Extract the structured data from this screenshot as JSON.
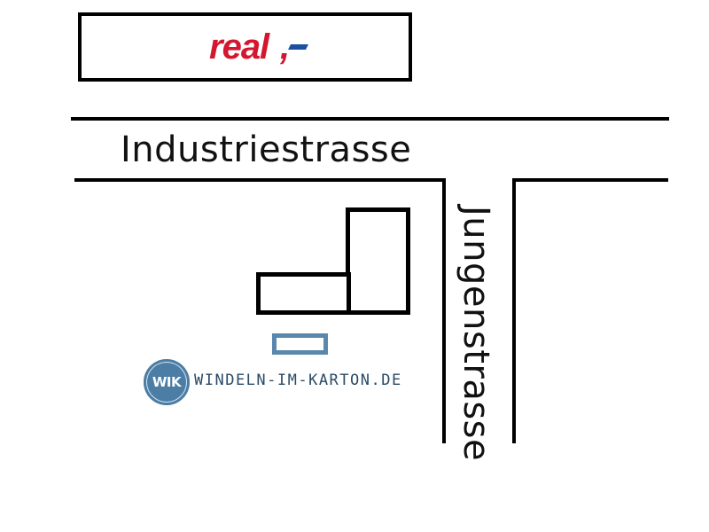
{
  "map": {
    "supermarket_label": "real,-",
    "supermarket_brand_colors": {
      "primary": "#d3172e",
      "accent": "#1d4fa0"
    },
    "streets": {
      "horizontal": "Industriestrasse",
      "vertical": "Jungenstrasse"
    },
    "store": {
      "badge_text": "WIK",
      "wordmark": "WINDELN-IM-KARTON.DE",
      "color": "#4c7da5"
    }
  }
}
